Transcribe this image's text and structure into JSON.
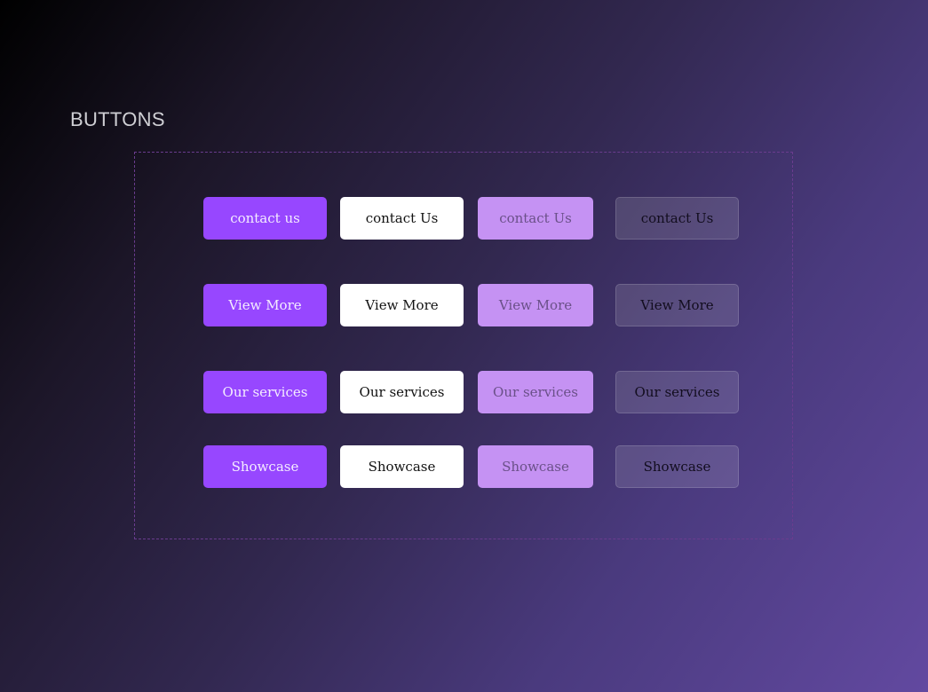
{
  "title": "BUTTONS",
  "rows": [
    [
      "contact us",
      "contact Us",
      "contact Us",
      "contact Us"
    ],
    [
      "View More",
      "View More",
      "View More",
      "View More"
    ],
    [
      "Our services",
      "Our services",
      "Our services",
      "Our services"
    ],
    [
      "Showcase",
      "Showcase",
      "Showcase",
      "Showcase"
    ]
  ],
  "colors": {
    "primary": "#9747ff",
    "white": "#ffffff",
    "light": "#c592f3",
    "glass": "rgba(255,255,255,0.13)"
  }
}
